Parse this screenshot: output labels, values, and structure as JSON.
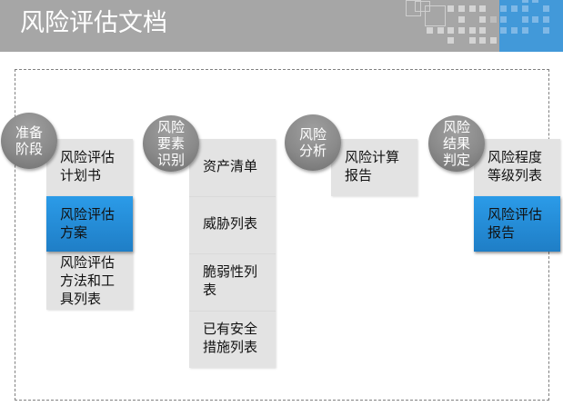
{
  "header": {
    "title": "风险评估文档",
    "colors": {
      "bar": "#a6a6a6",
      "accent_blue": "#4299d9"
    }
  },
  "diagram": {
    "stages": [
      {
        "label": "准备阶段",
        "items": [
          {
            "text": "风险评估计划书",
            "highlighted": false
          },
          {
            "text": "风险评估方案",
            "highlighted": true
          },
          {
            "text": "风险评估方法和工具列表",
            "highlighted": false
          }
        ]
      },
      {
        "label": "风险要素识别",
        "items": [
          {
            "text": "资产清单",
            "highlighted": false
          },
          {
            "text": "威胁列表",
            "highlighted": false
          },
          {
            "text": "脆弱性列表",
            "highlighted": false
          },
          {
            "text": "已有安全措施列表",
            "highlighted": false
          }
        ]
      },
      {
        "label": "风险分析",
        "items": [
          {
            "text": "风险计算报告",
            "highlighted": false
          }
        ]
      },
      {
        "label": "风险结果判定",
        "items": [
          {
            "text": "风险程度等级列表",
            "highlighted": false
          },
          {
            "text": "风险评估报告",
            "highlighted": true
          }
        ]
      }
    ],
    "colors": {
      "highlight": "#2b9be8",
      "box": "#e3e3e3",
      "circle": "#8a8a8a"
    }
  }
}
